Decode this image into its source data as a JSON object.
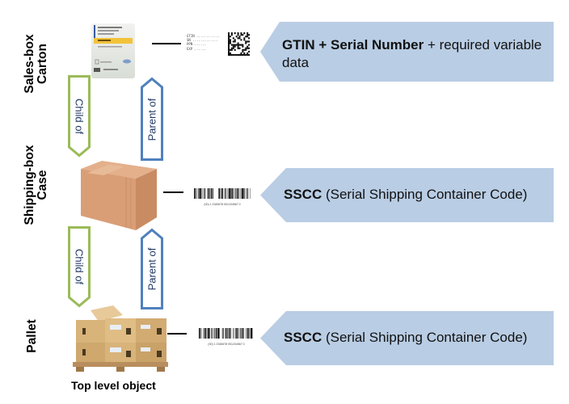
{
  "levels": [
    {
      "id": "carton",
      "label_line1": "Sales-box",
      "label_line2": "Carton",
      "object": "medicine-carton",
      "code_type": "datamatrix-with-hri",
      "hri_lines": [
        "GTIN ............",
        "SN .............",
        "PPN ......",
        "EXP ......"
      ],
      "info": {
        "bold": "GTIN + Serial Number",
        "normal": " + required variable data"
      }
    },
    {
      "id": "case",
      "label_line1": "Shipping-box",
      "label_line2": "Case",
      "object": "cardboard-box",
      "code_type": "linear-barcode",
      "barcode_caption": "(00) 1 2345678 901234567 0",
      "info": {
        "bold": "SSCC",
        "normal": " (Serial Shipping Container Code)"
      }
    },
    {
      "id": "pallet",
      "label_line1": "Pallet",
      "label_line2": "",
      "object": "pallet-of-boxes",
      "code_type": "linear-barcode",
      "barcode_caption": "(00) 1 2345678 901234567 0",
      "info": {
        "bold": "SSCC",
        "normal": " (Serial Shipping Container Code)"
      },
      "caption": "Top level object"
    }
  ],
  "relations": [
    {
      "label": "Child of",
      "direction": "down",
      "color": "#9bbb59"
    },
    {
      "label": "Parent of",
      "direction": "up",
      "color": "#4f81bd"
    },
    {
      "label": "Child of",
      "direction": "down",
      "color": "#9bbb59"
    },
    {
      "label": "Parent of",
      "direction": "up",
      "color": "#4f81bd"
    }
  ],
  "colors": {
    "info_arrow_fill": "#b9cde4",
    "relation_label": "#1f3864"
  }
}
